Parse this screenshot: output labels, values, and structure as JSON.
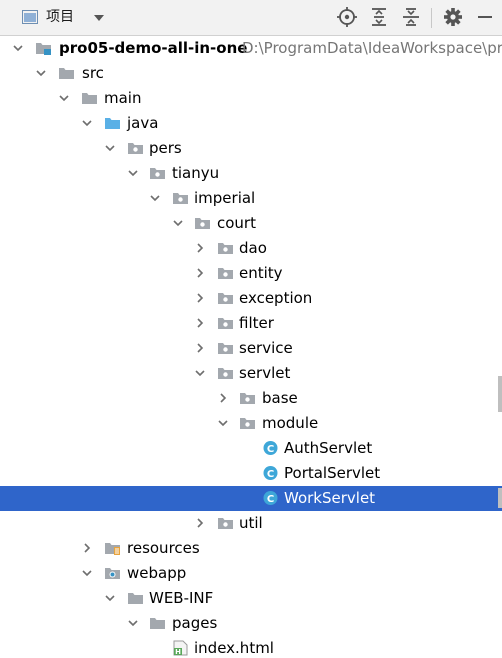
{
  "toolbar": {
    "title": "项目",
    "icons": [
      "project-view-icon",
      "chevron-down-icon",
      "locate-icon",
      "expand-all-icon",
      "collapse-all-icon",
      "gear-icon",
      "hide-icon"
    ]
  },
  "colors": {
    "selection": "#2f65ca",
    "folder": "#a3a8ae",
    "source_folder": "#5ab0e6",
    "class_icon": "#3ea7d8",
    "module_marker": "#3592c4",
    "path_text": "#767676"
  },
  "tree": {
    "root": {
      "label": "pro05-demo-all-in-one",
      "path": "D:\\ProgramData\\IdeaWorkspace\\pro"
    },
    "src": "src",
    "main": "main",
    "java": "java",
    "pers": "pers",
    "tianyu": "tianyu",
    "imperial": "imperial",
    "court": "court",
    "dao": "dao",
    "entity": "entity",
    "exception": "exception",
    "filter": "filter",
    "service": "service",
    "servlet": "servlet",
    "base": "base",
    "module": "module",
    "auth_servlet": "AuthServlet",
    "portal_servlet": "PortalServlet",
    "work_servlet": "WorkServlet",
    "util": "util",
    "resources": "resources",
    "webapp": "webapp",
    "web_inf": "WEB-INF",
    "pages": "pages",
    "index_html": "index.html"
  }
}
